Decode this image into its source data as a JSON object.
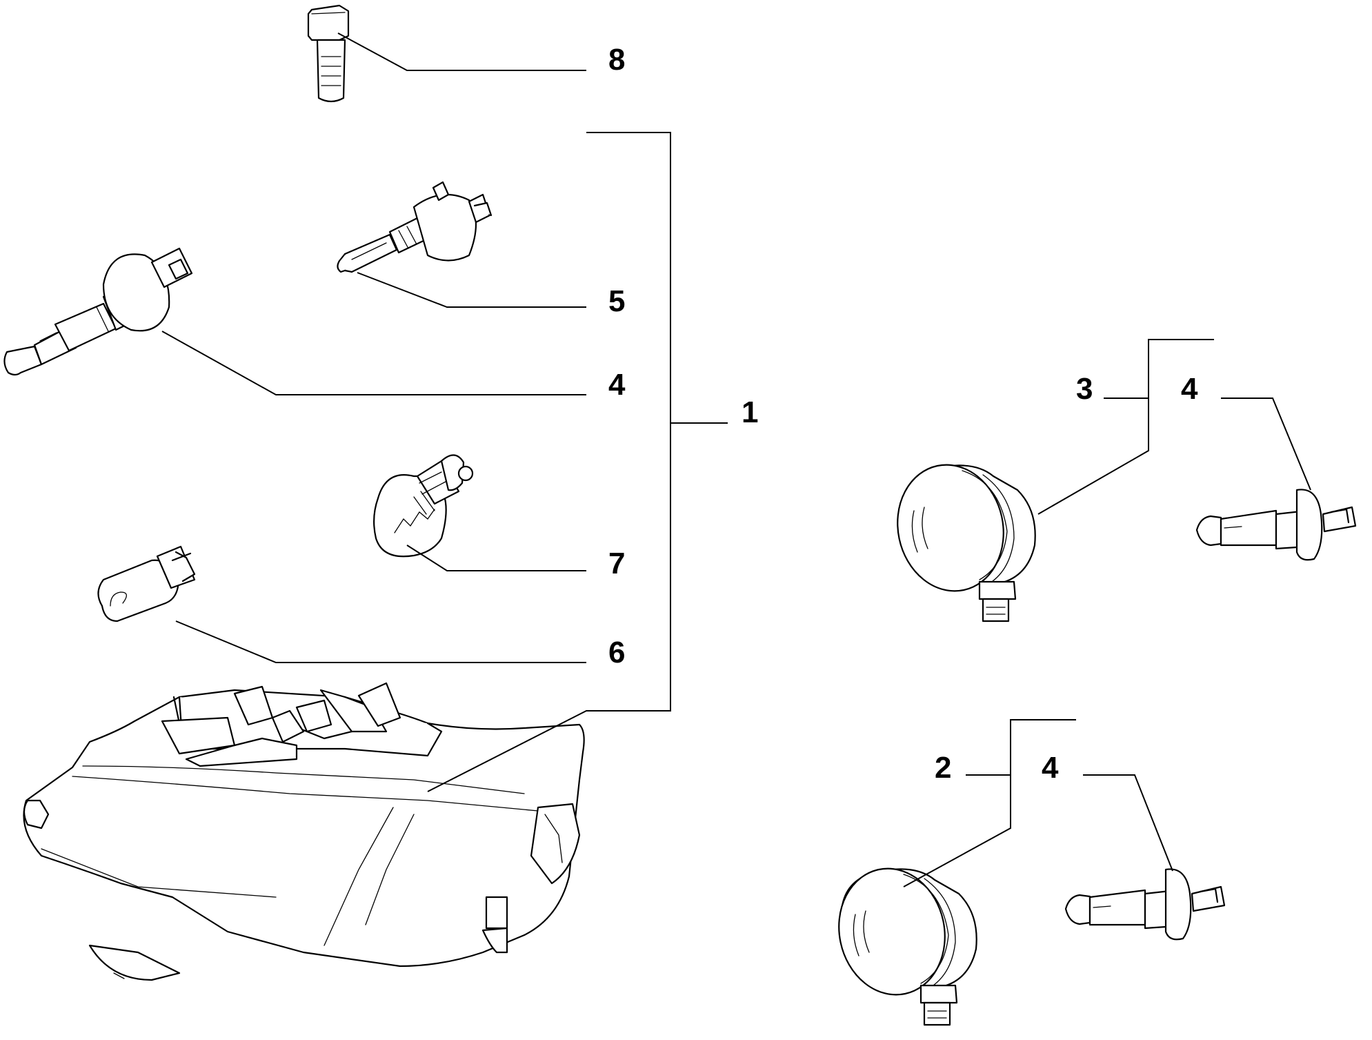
{
  "callouts": {
    "c8": "8",
    "c5": "5",
    "c4a": "4",
    "c1": "1",
    "c7": "7",
    "c6": "6",
    "c3": "3",
    "c4b": "4",
    "c2": "2",
    "c4c": "4"
  },
  "colors": {
    "line": "#000000",
    "background": "#ffffff"
  }
}
